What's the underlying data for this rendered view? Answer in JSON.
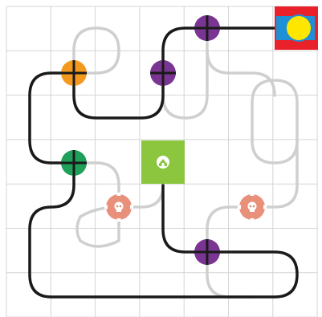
{
  "game": {
    "type": "loop-puzzle",
    "grid": {
      "cols": 7,
      "rows": 7
    },
    "colors": {
      "grid_line": "#d4d4d4",
      "background": "#ffffff",
      "path_active": "#1a1a1a",
      "path_inactive": "#cfcfcf",
      "home": "#8cc63f",
      "goal_background": "#e8212b",
      "goal_blue": "#1f8fd6",
      "goal_yellow": "#ffe600"
    },
    "tokens": [
      {
        "name": "purple-junction-1",
        "color": "#7a3592",
        "kind": "junction"
      },
      {
        "name": "purple-junction-2",
        "color": "#7a3592",
        "kind": "junction"
      },
      {
        "name": "orange-junction",
        "color": "#f39a1e",
        "kind": "junction"
      },
      {
        "name": "green-junction",
        "color": "#1fa05a",
        "kind": "junction"
      },
      {
        "name": "skull-badge-1",
        "color": "#e8907a",
        "kind": "hazard"
      },
      {
        "name": "skull-badge-2",
        "color": "#e8907a",
        "kind": "hazard"
      },
      {
        "name": "purple-junction-3",
        "color": "#7a3592",
        "kind": "junction"
      }
    ],
    "home_icon": "home-icon",
    "goal_icon": "sun-flag-icon"
  }
}
